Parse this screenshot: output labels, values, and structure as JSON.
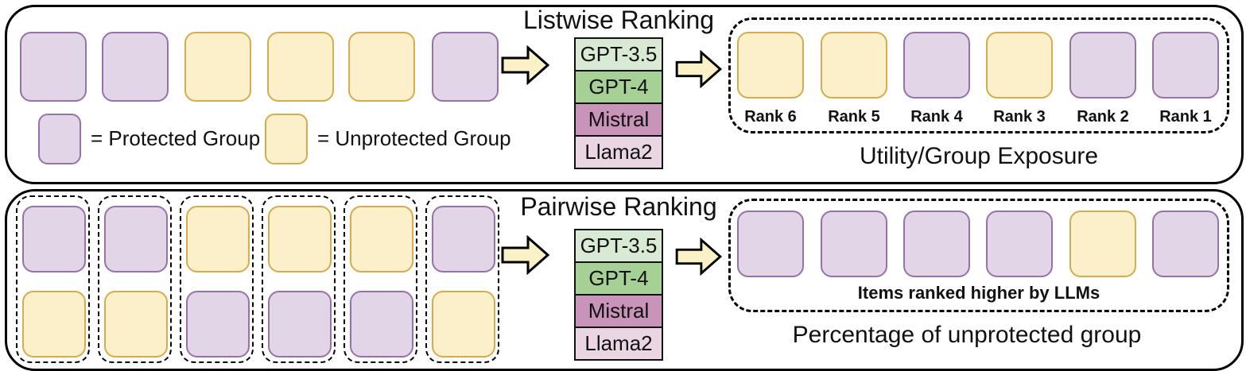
{
  "colors": {
    "protected_fill": "#E1D5E7",
    "protected_stroke": "#9673A6",
    "unprotected_fill": "#FCF0CB",
    "unprotected_stroke": "#D2AC4E",
    "arrow_fill": "#FAF1C6",
    "models": {
      "GPT-3.5": "#D8EAD3",
      "GPT-4": "#A6D096",
      "Mistral": "#C994BA",
      "Llama2": "#EAD6E3"
    }
  },
  "models": [
    "GPT-3.5",
    "GPT-4",
    "Mistral",
    "Llama2"
  ],
  "legend": {
    "protected_label": "= Protected Group",
    "unprotected_label": "= Unprotected Group"
  },
  "listwise": {
    "title": "Listwise Ranking",
    "input_items": [
      "protected",
      "protected",
      "unprotected",
      "unprotected",
      "unprotected",
      "protected"
    ],
    "ranks": [
      {
        "label": "Rank 6",
        "group": "unprotected"
      },
      {
        "label": "Rank 5",
        "group": "unprotected"
      },
      {
        "label": "Rank 4",
        "group": "protected"
      },
      {
        "label": "Rank 3",
        "group": "unprotected"
      },
      {
        "label": "Rank 2",
        "group": "protected"
      },
      {
        "label": "Rank 1",
        "group": "protected"
      }
    ],
    "caption": "Utility/Group Exposure"
  },
  "pairwise": {
    "title": "Pairwise Ranking",
    "input_pairs": [
      {
        "top": "protected",
        "bottom": "unprotected"
      },
      {
        "top": "protected",
        "bottom": "unprotected"
      },
      {
        "top": "unprotected",
        "bottom": "protected"
      },
      {
        "top": "unprotected",
        "bottom": "protected"
      },
      {
        "top": "unprotected",
        "bottom": "protected"
      },
      {
        "top": "protected",
        "bottom": "unprotected"
      }
    ],
    "output_items": [
      "protected",
      "protected",
      "protected",
      "protected",
      "unprotected",
      "protected"
    ],
    "note": "Items ranked higher by LLMs",
    "caption": "Percentage of unprotected group"
  }
}
